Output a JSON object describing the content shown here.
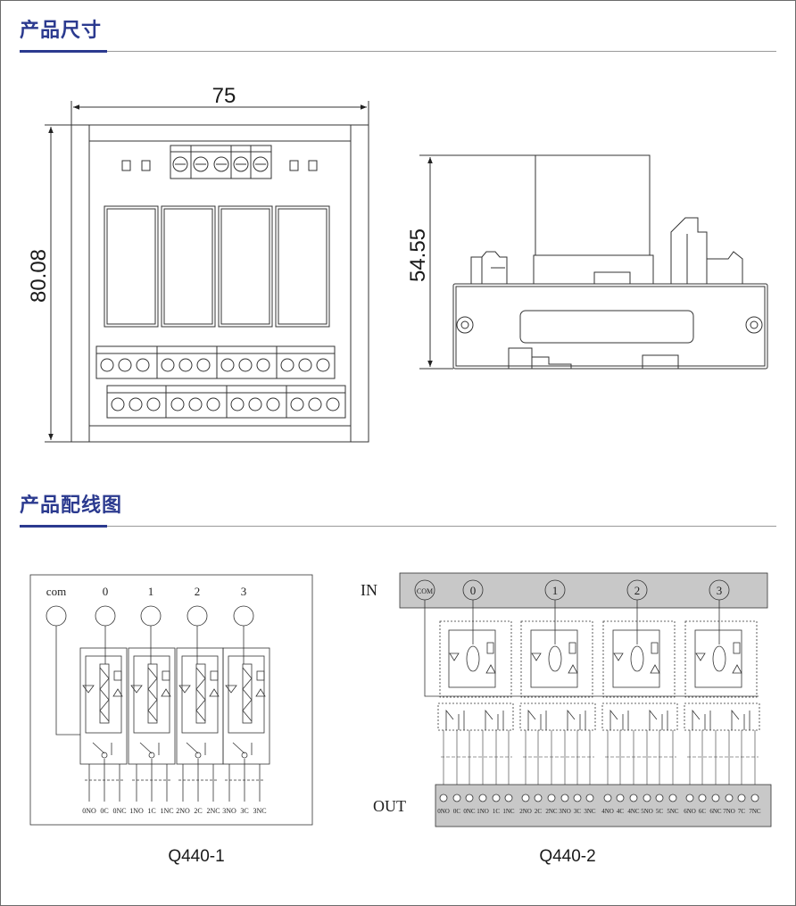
{
  "sections": {
    "dimensions_title": "产品尺寸",
    "wiring_title": "产品配线图"
  },
  "dimensions": {
    "width": "75",
    "height": "80.08",
    "side_height": "54.55"
  },
  "wiring_q440_1": {
    "caption": "Q440-1",
    "inputs": [
      "com",
      "0",
      "1",
      "2",
      "3"
    ],
    "outputs": [
      "0NO",
      "0C",
      "0NC",
      "1NO",
      "1C",
      "1NC",
      "2NO",
      "2C",
      "2NC",
      "3NO",
      "3C",
      "3NC"
    ]
  },
  "wiring_q440_2": {
    "caption": "Q440-2",
    "in_label": "IN",
    "out_label": "OUT",
    "inputs": [
      "COM",
      "0",
      "1",
      "2",
      "3"
    ],
    "outputs": [
      "0NO",
      "0C",
      "0NC",
      "1NO",
      "1C",
      "1NC",
      "2NO",
      "2C",
      "2NC",
      "3NO",
      "3C",
      "3NC",
      "4NO",
      "4C",
      "4NC",
      "5NO",
      "5C",
      "5NC",
      "6NO",
      "6C",
      "6NC",
      "7NO",
      "7C",
      "7NC"
    ]
  }
}
